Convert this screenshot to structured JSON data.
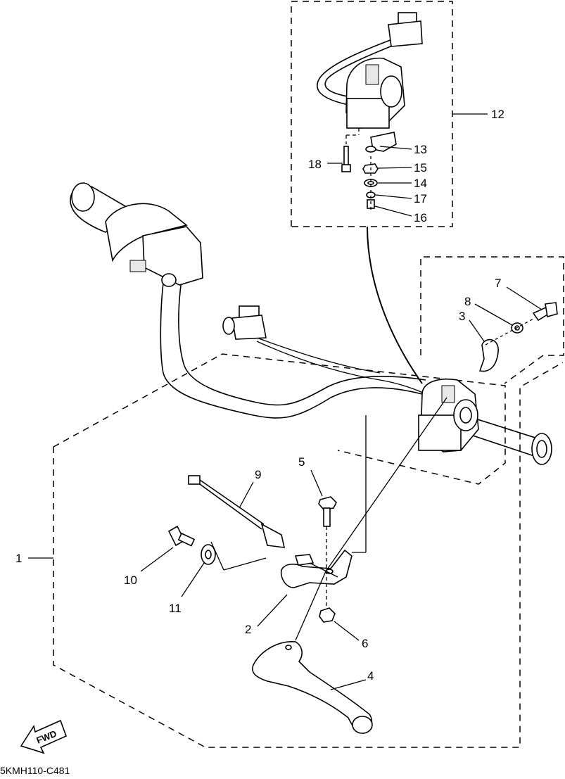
{
  "diagram": {
    "drawing_code": "5KMH110-C481",
    "direction_arrow": {
      "label": "FWD",
      "icon": "fwd-arrow-icon"
    },
    "callouts": [
      {
        "id": "1",
        "label": "1"
      },
      {
        "id": "2",
        "label": "2"
      },
      {
        "id": "3",
        "label": "3"
      },
      {
        "id": "4",
        "label": "4"
      },
      {
        "id": "5",
        "label": "5"
      },
      {
        "id": "6",
        "label": "6"
      },
      {
        "id": "7",
        "label": "7"
      },
      {
        "id": "8",
        "label": "8"
      },
      {
        "id": "9",
        "label": "9"
      },
      {
        "id": "10",
        "label": "10"
      },
      {
        "id": "11",
        "label": "11"
      },
      {
        "id": "12",
        "label": "12"
      },
      {
        "id": "13",
        "label": "13"
      },
      {
        "id": "14",
        "label": "14"
      },
      {
        "id": "15",
        "label": "15"
      },
      {
        "id": "16",
        "label": "16"
      },
      {
        "id": "17",
        "label": "17"
      },
      {
        "id": "18",
        "label": "18"
      }
    ]
  }
}
